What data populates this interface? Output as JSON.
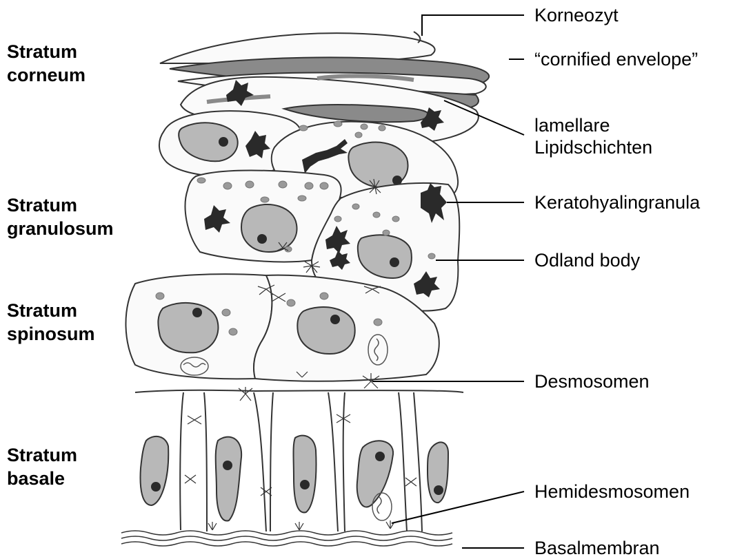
{
  "layers": [
    {
      "line1": "Stratum",
      "line2": "corneum"
    },
    {
      "line1": "Stratum",
      "line2": "granulosum"
    },
    {
      "line1": "Stratum",
      "line2": "spinosum"
    },
    {
      "line1": "Stratum",
      "line2": "basale"
    }
  ],
  "callouts": [
    {
      "line1": "Korneozyt"
    },
    {
      "line1": "“cornified envelope”"
    },
    {
      "line1": "lamellare",
      "line2": "Lipidschichten"
    },
    {
      "line1": "Keratohyalingranula"
    },
    {
      "line1": "Odland body"
    },
    {
      "line1": "Desmosomen"
    },
    {
      "line1": "Hemidesmosomen"
    },
    {
      "line1": "Basalmembran"
    }
  ],
  "colors": {
    "stroke": "#333333",
    "nucleus": "#b8b8b8",
    "envelope": "#8a8a8a",
    "granule": "#2a2a2a",
    "cell": "#fafafa"
  }
}
